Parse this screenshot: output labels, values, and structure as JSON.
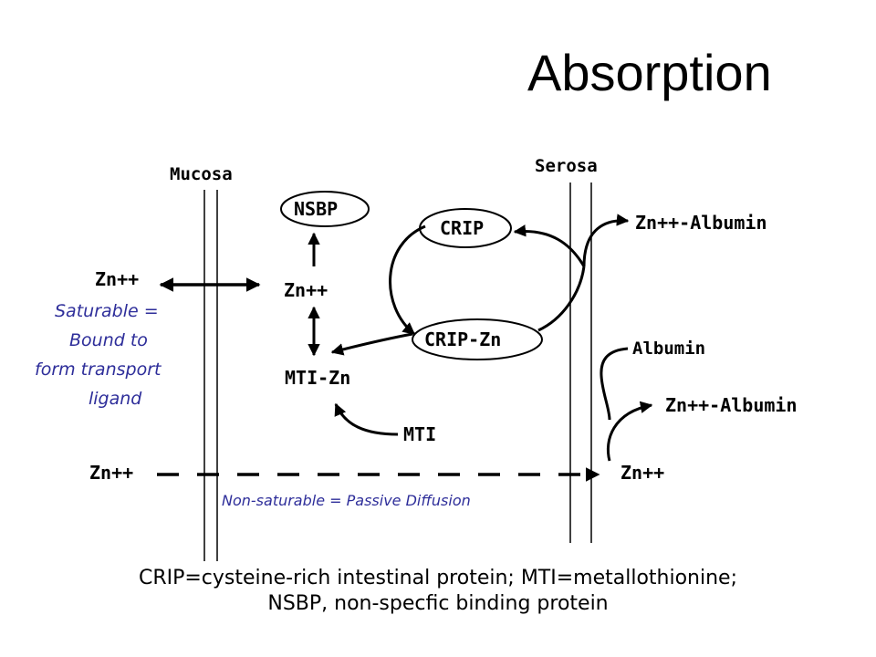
{
  "slide": {
    "title": "Absorption",
    "regions": {
      "mucosa": "Mucosa",
      "serosa": "Serosa"
    },
    "nodes": {
      "nsbp": "NSBP",
      "crip": "CRIP",
      "crip_zn": "CRIP-Zn",
      "zn_lumen": "Zn++",
      "zn_cell": "Zn++",
      "mti_zn": "MTI-Zn",
      "mti": "MTI",
      "zn_albumin_top": "Zn++-Albumin",
      "albumin": "Albumin",
      "zn_albumin_bottom": "Zn++-Albumin",
      "zn_passive_left": "Zn++",
      "zn_passive_right": "Zn++"
    },
    "notes": {
      "saturable": [
        "Saturable =",
        "Bound to",
        "form transport",
        "ligand"
      ],
      "non_saturable": "Non-saturable = Passive Diffusion"
    },
    "footer": [
      "CRIP=cysteine-rich intestinal protein; MTI=metallothionine;",
      "NSBP, non-specfic binding protein"
    ]
  }
}
